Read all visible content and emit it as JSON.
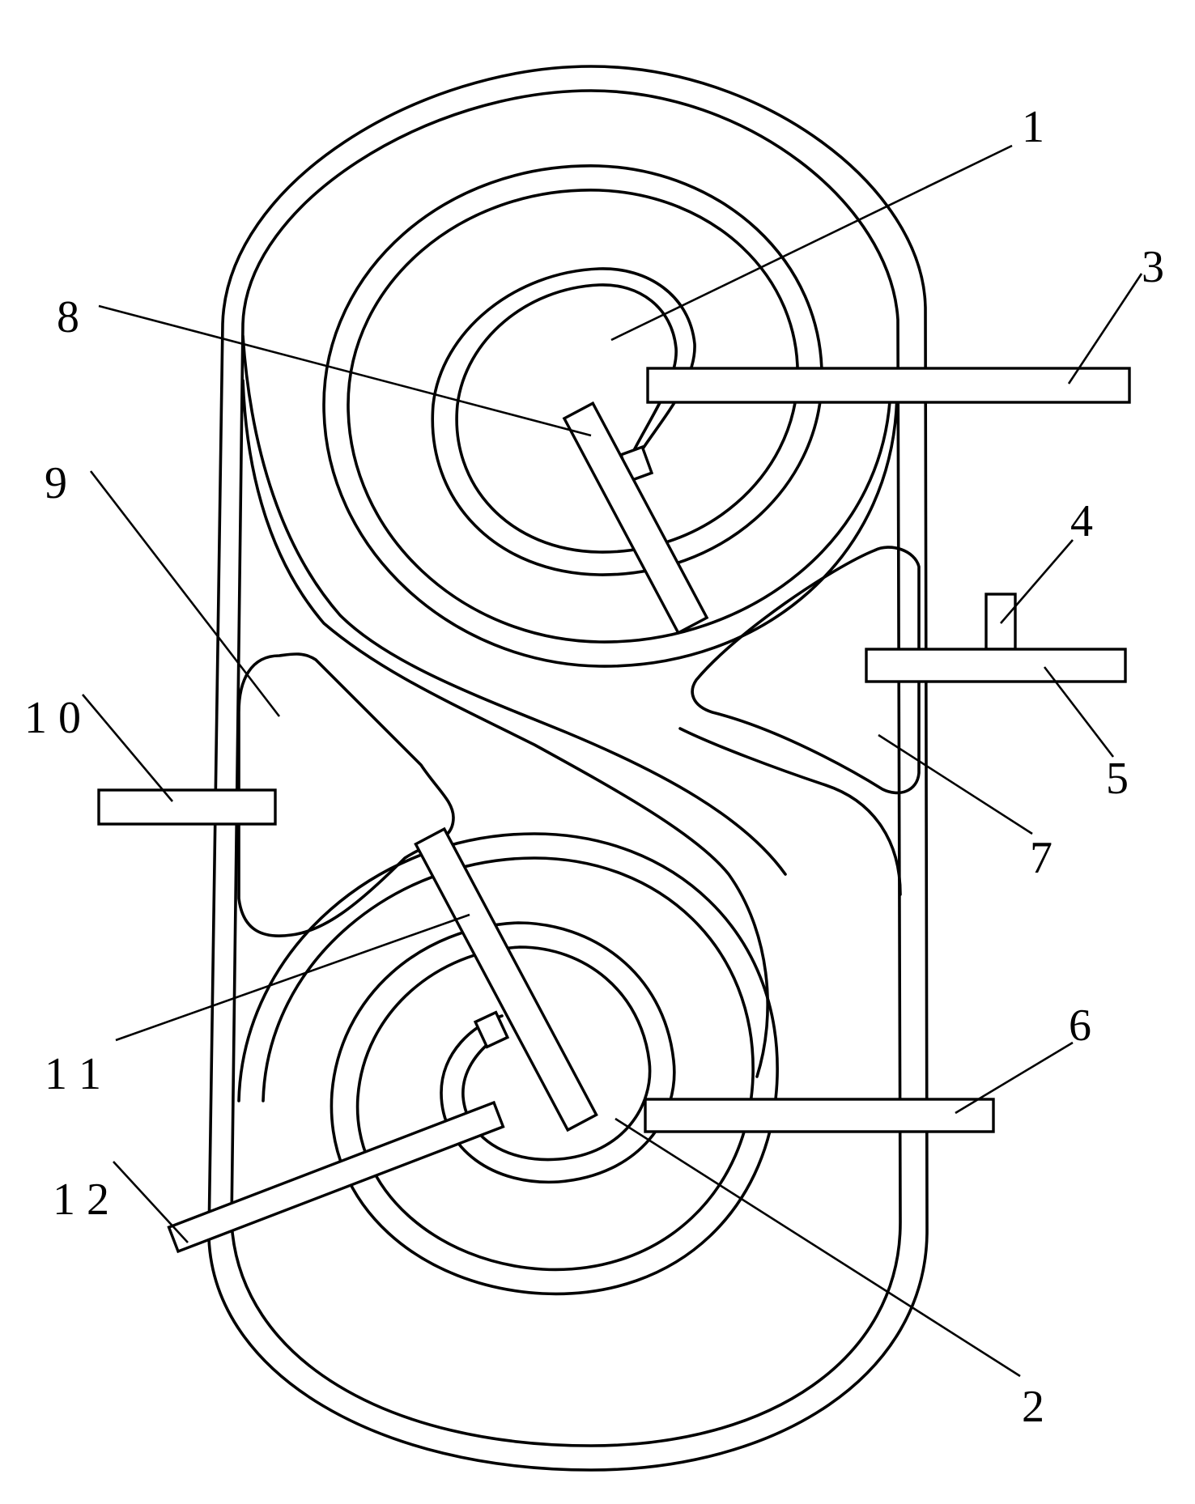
{
  "figure": {
    "labels": [
      {
        "id": "1",
        "text": "1"
      },
      {
        "id": "2",
        "text": "2"
      },
      {
        "id": "3",
        "text": "3"
      },
      {
        "id": "4",
        "text": "4"
      },
      {
        "id": "5",
        "text": "5"
      },
      {
        "id": "6",
        "text": "6"
      },
      {
        "id": "7",
        "text": "7"
      },
      {
        "id": "8",
        "text": "8"
      },
      {
        "id": "9",
        "text": "9"
      },
      {
        "id": "10",
        "text": "1 0"
      },
      {
        "id": "11",
        "text": "1 1"
      },
      {
        "id": "12",
        "text": "1 2"
      }
    ]
  }
}
